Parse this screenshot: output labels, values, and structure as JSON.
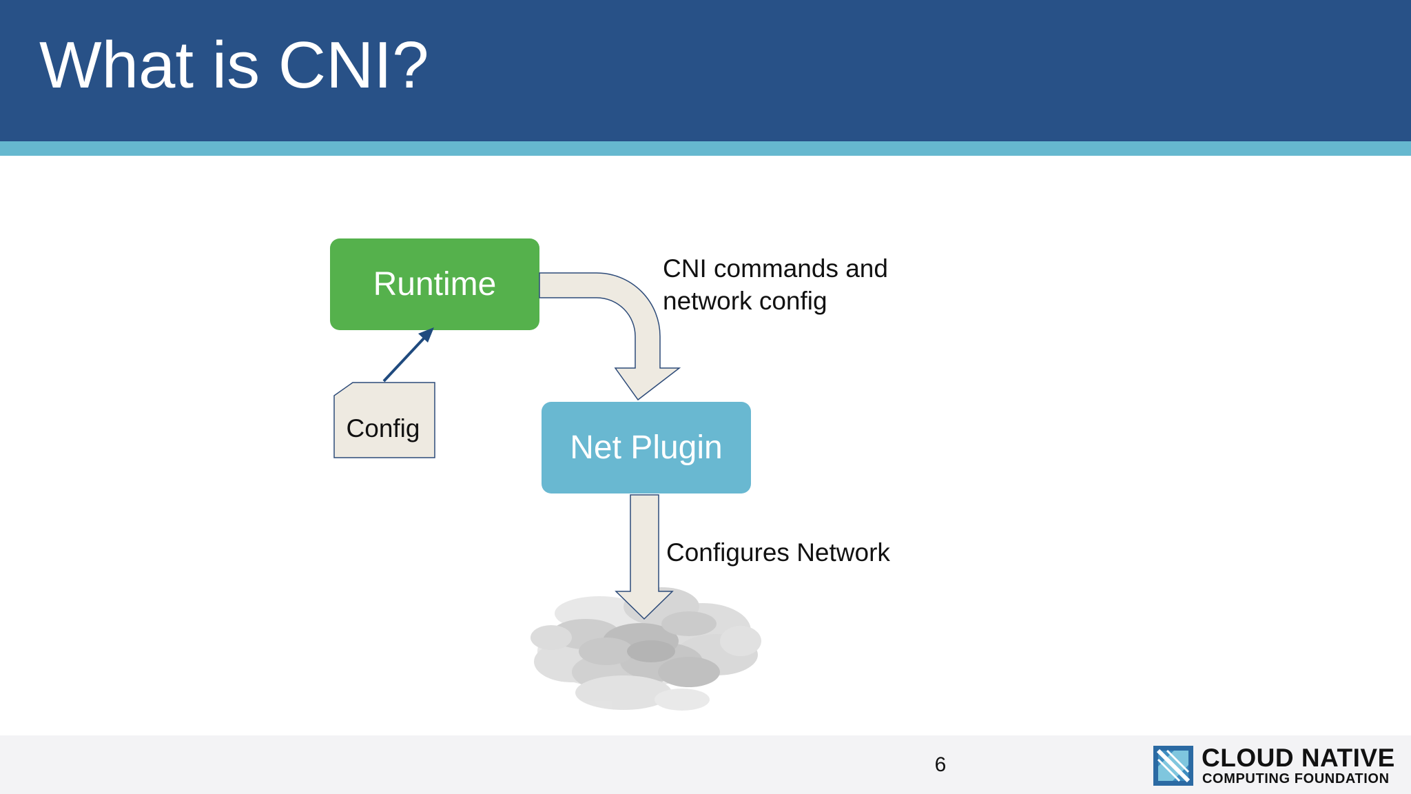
{
  "slide": {
    "title": "What is CNI?",
    "page_number": "6"
  },
  "diagram": {
    "nodes": {
      "runtime": "Runtime",
      "net_plugin": "Net Plugin",
      "config": "Config"
    },
    "edge_labels": {
      "commands_line1": "CNI commands and",
      "commands_line2": "network config",
      "configures": "Configures Network"
    }
  },
  "logo": {
    "line1": "CLOUD NATIVE",
    "line2": "COMPUTING FOUNDATION"
  },
  "colors": {
    "header": "#285187",
    "header_stripe": "#66b8cf",
    "runtime_box": "#55b14c",
    "net_plugin_box": "#69b8d1",
    "arrow_fill": "#eeeae1",
    "arrow_stroke": "#2c4a78",
    "footer": "#f3f3f5"
  }
}
